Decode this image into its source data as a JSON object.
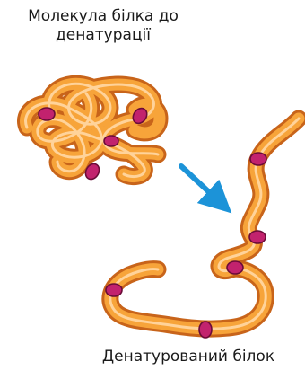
{
  "captions": {
    "native_line1": "Молекула білка до",
    "native_line2": "денатурації",
    "denatured": "Денатурований білок"
  },
  "colors": {
    "chain_fill": "#f7a43a",
    "chain_outline": "#c8641a",
    "chain_highlight": "#ffd39a",
    "bond_fill": "#c2226e",
    "bond_outline": "#6a0c38",
    "arrow": "#1c93d8"
  },
  "icons": {
    "arrow": "arrow-down-right-icon"
  }
}
